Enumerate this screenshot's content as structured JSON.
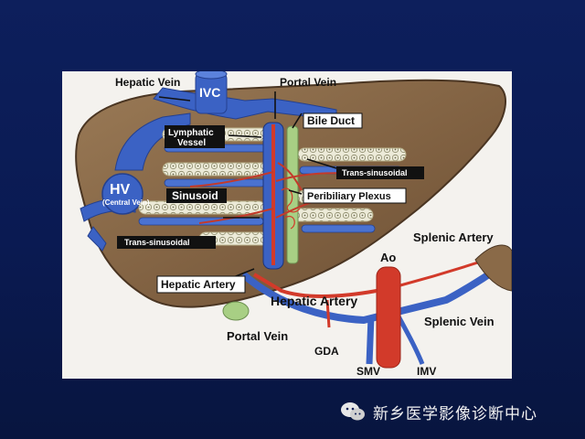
{
  "diagram": {
    "labels": {
      "hepatic_vein": "Hepatic Vein",
      "ivc": "IVC",
      "portal_vein_top": "Portal Vein",
      "bile_duct": "Bile Duct",
      "lymphatic_vessel_1": "Lymphatic",
      "lymphatic_vessel_2": "Vessel",
      "hv": "HV",
      "central_vein": "(Central Vein)",
      "sinusoid": "Sinusoid",
      "trans_sinusoidal_right": "Trans-sinusoidal",
      "trans_sinusoidal_left": "Trans-sinusoidal",
      "peribiliary_plexus": "Peribiliary Plexus",
      "hepatic_artery_box": "Hepatic Artery",
      "hepatic_artery_lower": "Hepatic Artery",
      "portal_vein_lower": "Portal Vein",
      "splenic_artery": "Splenic Artery",
      "splenic_vein": "Splenic Vein",
      "ao": "Ao",
      "gda": "GDA",
      "smv": "SMV",
      "imv": "IMV"
    }
  },
  "watermark": {
    "icon": "wechat-icon",
    "text": "新乡医学影像诊断中心"
  },
  "colors": {
    "background": "#0b1b55",
    "liver": "#8a6a48",
    "vein_blue": "#3b62c4",
    "artery_red": "#d23a2a",
    "bile_green": "#a8cf84"
  }
}
